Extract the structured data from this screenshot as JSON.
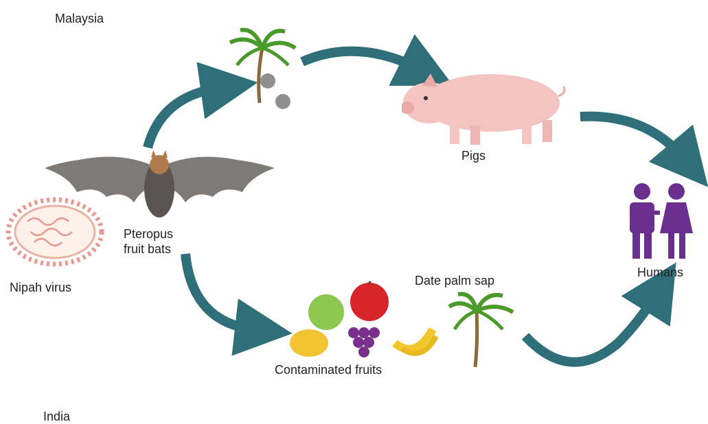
{
  "diagram": {
    "region_top": "Malaysia",
    "region_bottom": "India",
    "virus_label": "Nipah virus",
    "bat_label_line1": "Pteropus",
    "bat_label_line2": "fruit bats",
    "pigs_label": "Pigs",
    "humans_label": "Humans",
    "sap_label": "Date palm sap",
    "fruits_label": "Contaminated fruits"
  },
  "colors": {
    "arrow": "#2f6f79",
    "bat_wing": "#7d7a78",
    "bat_body": "#5a5552",
    "pig": "#f3c4c2",
    "human": "#6a2f8e",
    "virus": "#e89a92",
    "palm_leaf": "#4a9a2a",
    "palm_trunk": "#8a6a3a"
  },
  "icons": [
    "palm-tree-icon",
    "pig-icon",
    "humans-icon",
    "bat-icon",
    "virus-icon",
    "fruits-icon",
    "palm-tree-sap-icon"
  ]
}
